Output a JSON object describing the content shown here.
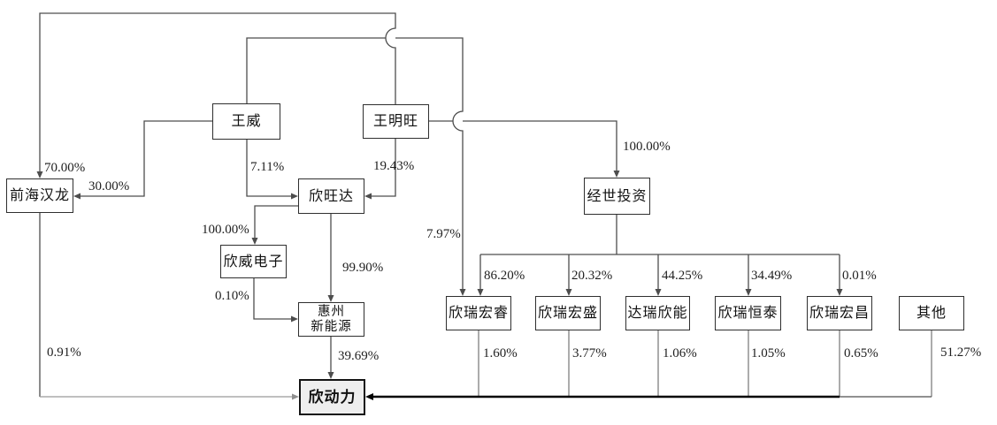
{
  "diagram_type": "equity-structure",
  "colors": {
    "line": "#4d4d4d",
    "gray_line": "#999999",
    "thick_line": "#000000",
    "highlight_fill": "#eeeeee",
    "background": "#ffffff"
  },
  "nodes": [
    {
      "id": "qianhai-hanlong",
      "label": "前海汉龙"
    },
    {
      "id": "wang-wei",
      "label": "王威"
    },
    {
      "id": "wang-mingwang",
      "label": "王明旺"
    },
    {
      "id": "xinwangda",
      "label": "欣旺达"
    },
    {
      "id": "jingshi-touzi",
      "label": "经世投资"
    },
    {
      "id": "xinwei-dianzi",
      "label": "欣威电子"
    },
    {
      "id": "huizhou-xinnengyuan",
      "label": "惠州\n新能源"
    },
    {
      "id": "xinrui-hongrui",
      "label": "欣瑞宏睿"
    },
    {
      "id": "xinrui-hongsheng",
      "label": "欣瑞宏盛"
    },
    {
      "id": "darui-xinneng",
      "label": "达瑞欣能"
    },
    {
      "id": "xinrui-hengtai",
      "label": "欣瑞恒泰"
    },
    {
      "id": "xinrui-hongchang",
      "label": "欣瑞宏昌"
    },
    {
      "id": "qita",
      "label": "其他"
    },
    {
      "id": "xindongli",
      "label": "欣动力"
    }
  ],
  "edges": [
    {
      "from": "王明旺",
      "to": "前海汉龙",
      "label": "70.00%"
    },
    {
      "from": "王威",
      "to": "前海汉龙",
      "label": "30.00%"
    },
    {
      "from": "王威",
      "to": "欣旺达",
      "label": "7.11%"
    },
    {
      "from": "王明旺",
      "to": "欣旺达",
      "label": "19.43%"
    },
    {
      "from": "王明旺",
      "to": "经世投资",
      "label": "100.00%"
    },
    {
      "from": "王威",
      "to": "欣瑞宏睿",
      "label": "7.97%"
    },
    {
      "from": "欣旺达",
      "to": "欣威电子",
      "label": "100.00%"
    },
    {
      "from": "欣威电子",
      "to": "惠州新能源",
      "label": "0.10%"
    },
    {
      "from": "欣旺达",
      "to": "惠州新能源",
      "label": "99.90%"
    },
    {
      "from": "惠州新能源",
      "to": "欣动力",
      "label": "39.69%"
    },
    {
      "from": "前海汉龙",
      "to": "欣动力",
      "label": "0.91%"
    },
    {
      "from": "经世投资",
      "to": "欣瑞宏睿",
      "label": "86.20%"
    },
    {
      "from": "经世投资",
      "to": "欣瑞宏盛",
      "label": "20.32%"
    },
    {
      "from": "经世投资",
      "to": "达瑞欣能",
      "label": "44.25%"
    },
    {
      "from": "经世投资",
      "to": "欣瑞恒泰",
      "label": "34.49%"
    },
    {
      "from": "经世投资",
      "to": "欣瑞宏昌",
      "label": "0.01%"
    },
    {
      "from": "欣瑞宏睿",
      "to": "欣动力",
      "label": "1.60%"
    },
    {
      "from": "欣瑞宏盛",
      "to": "欣动力",
      "label": "3.77%"
    },
    {
      "from": "达瑞欣能",
      "to": "欣动力",
      "label": "1.06%"
    },
    {
      "from": "欣瑞恒泰",
      "to": "欣动力",
      "label": "1.05%"
    },
    {
      "from": "欣瑞宏昌",
      "to": "欣动力",
      "label": "0.65%"
    },
    {
      "from": "其他",
      "to": "欣动力",
      "label": "51.27%"
    }
  ]
}
